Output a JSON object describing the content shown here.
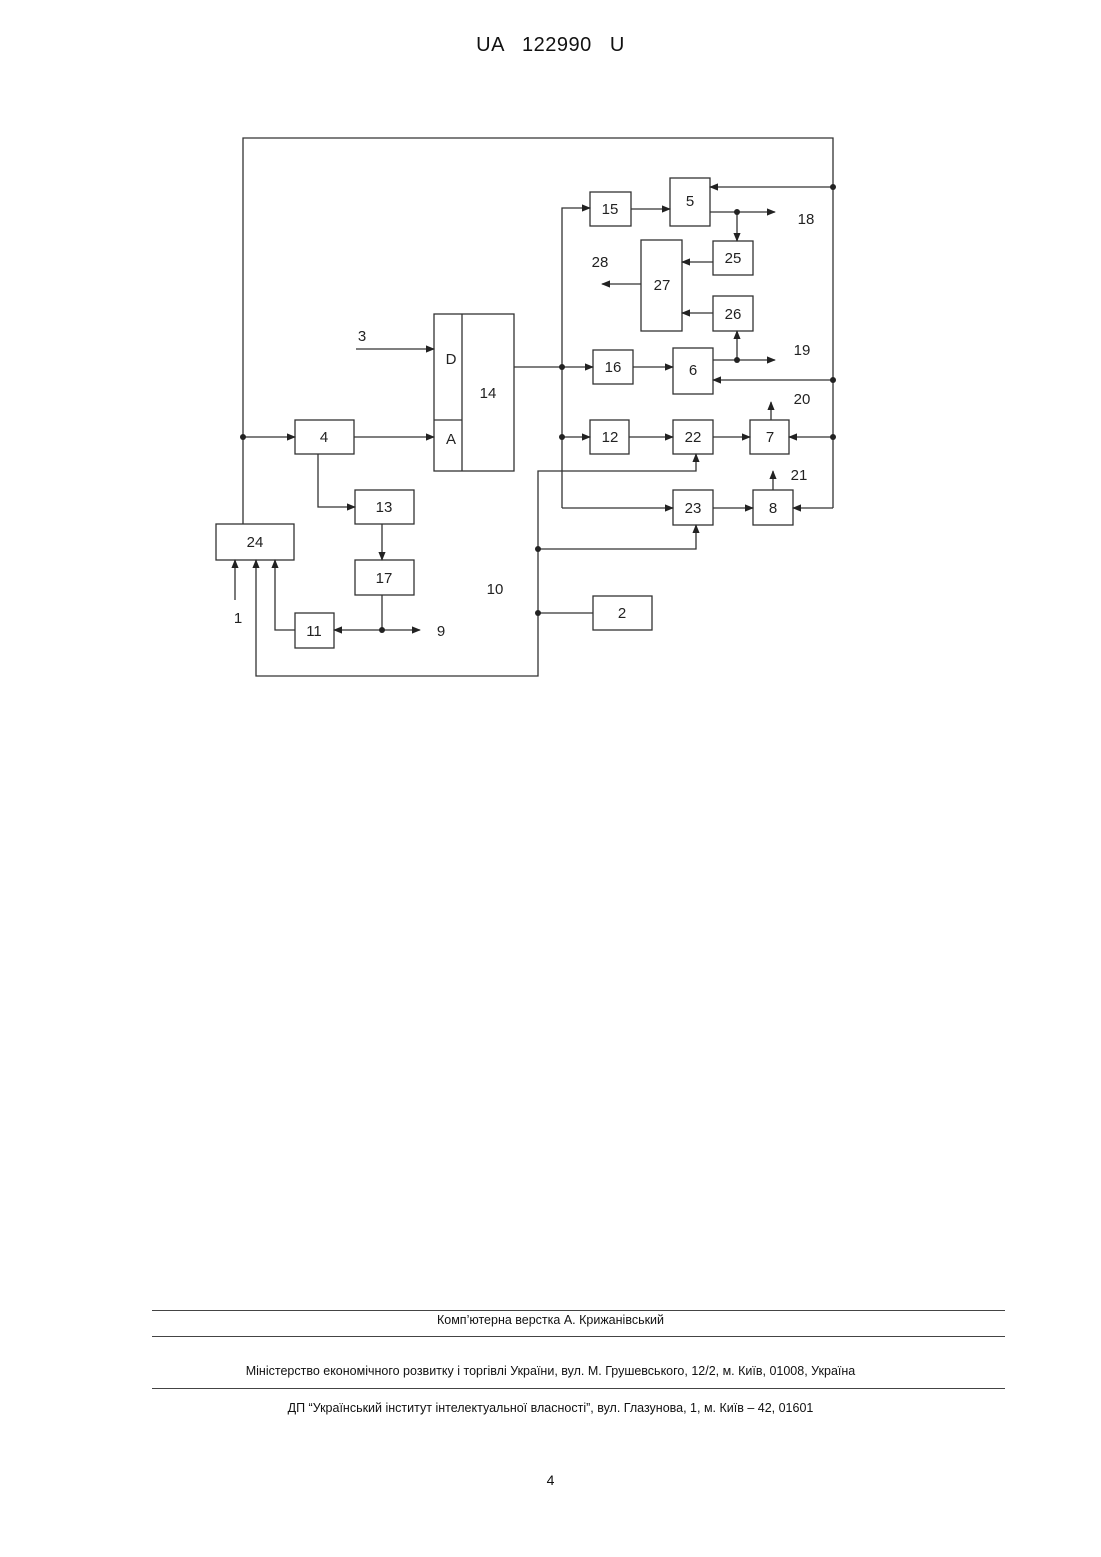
{
  "header": {
    "doc_number": "UA   122990   U"
  },
  "diagram": {
    "blocks": {
      "b1": "1",
      "b2": "2",
      "b3": "3",
      "b4": "4",
      "b5": "5",
      "b6": "6",
      "b7": "7",
      "b8": "8",
      "b9": "9",
      "b10": "10",
      "b11": "11",
      "b12": "12",
      "b13": "13",
      "b14": "14",
      "b15": "15",
      "b16": "16",
      "b17": "17",
      "b18": "18",
      "b19": "19",
      "b20": "20",
      "b21": "21",
      "b22": "22",
      "b23": "23",
      "b24": "24",
      "b25": "25",
      "b26": "26",
      "b27": "27",
      "b28": "28"
    },
    "port_d": "D",
    "port_a": "A"
  },
  "footer": {
    "layout_credit": "Комп’ютерна верстка А. Крижанівський",
    "ministry": "Міністерство економічного розвитку і торгівлі України, вул. М. Грушевського, 12/2, м. Київ, 01008, Україна",
    "institute": "ДП “Український інститут інтелектуальної власності”, вул. Глазунова, 1, м. Київ – 42, 01601"
  },
  "page_number": "4"
}
